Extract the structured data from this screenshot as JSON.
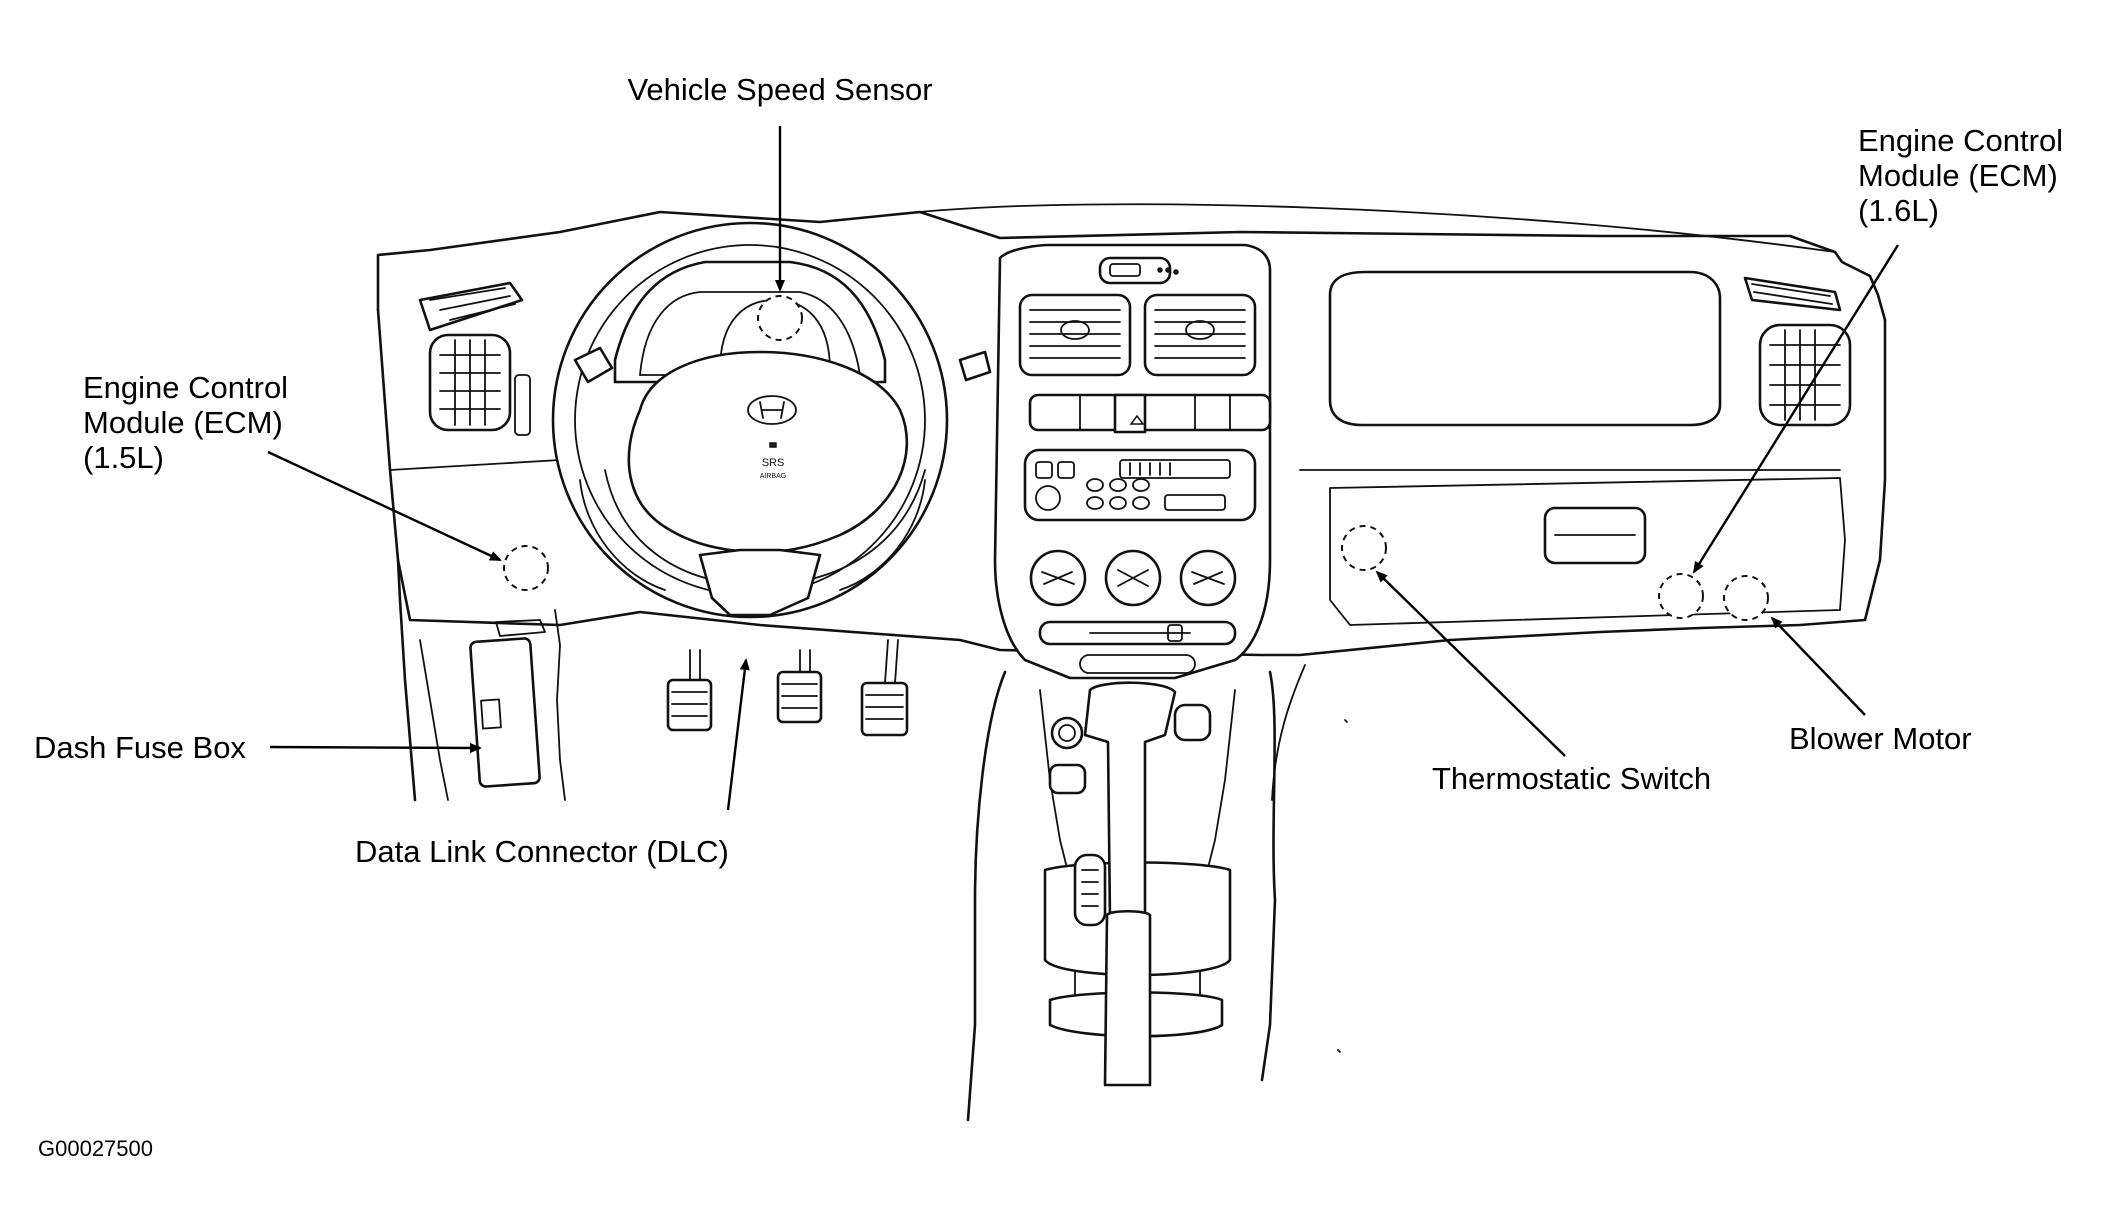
{
  "callouts": {
    "vehicle_speed_sensor": "Vehicle Speed Sensor",
    "ecm_16": [
      "Engine Control",
      "Module (ECM)",
      "(1.6L)"
    ],
    "ecm_15": [
      "Engine Control",
      "Module (ECM)",
      "(1.5L)"
    ],
    "dash_fuse_box": "Dash Fuse Box",
    "data_link_connector": "Data Link Connector (DLC)",
    "thermostatic_switch": "Thermostatic Switch",
    "blower_motor": "Blower Motor"
  },
  "airbag_text": [
    "SRS",
    "AIRBAG"
  ],
  "figure_code": "G00027500"
}
